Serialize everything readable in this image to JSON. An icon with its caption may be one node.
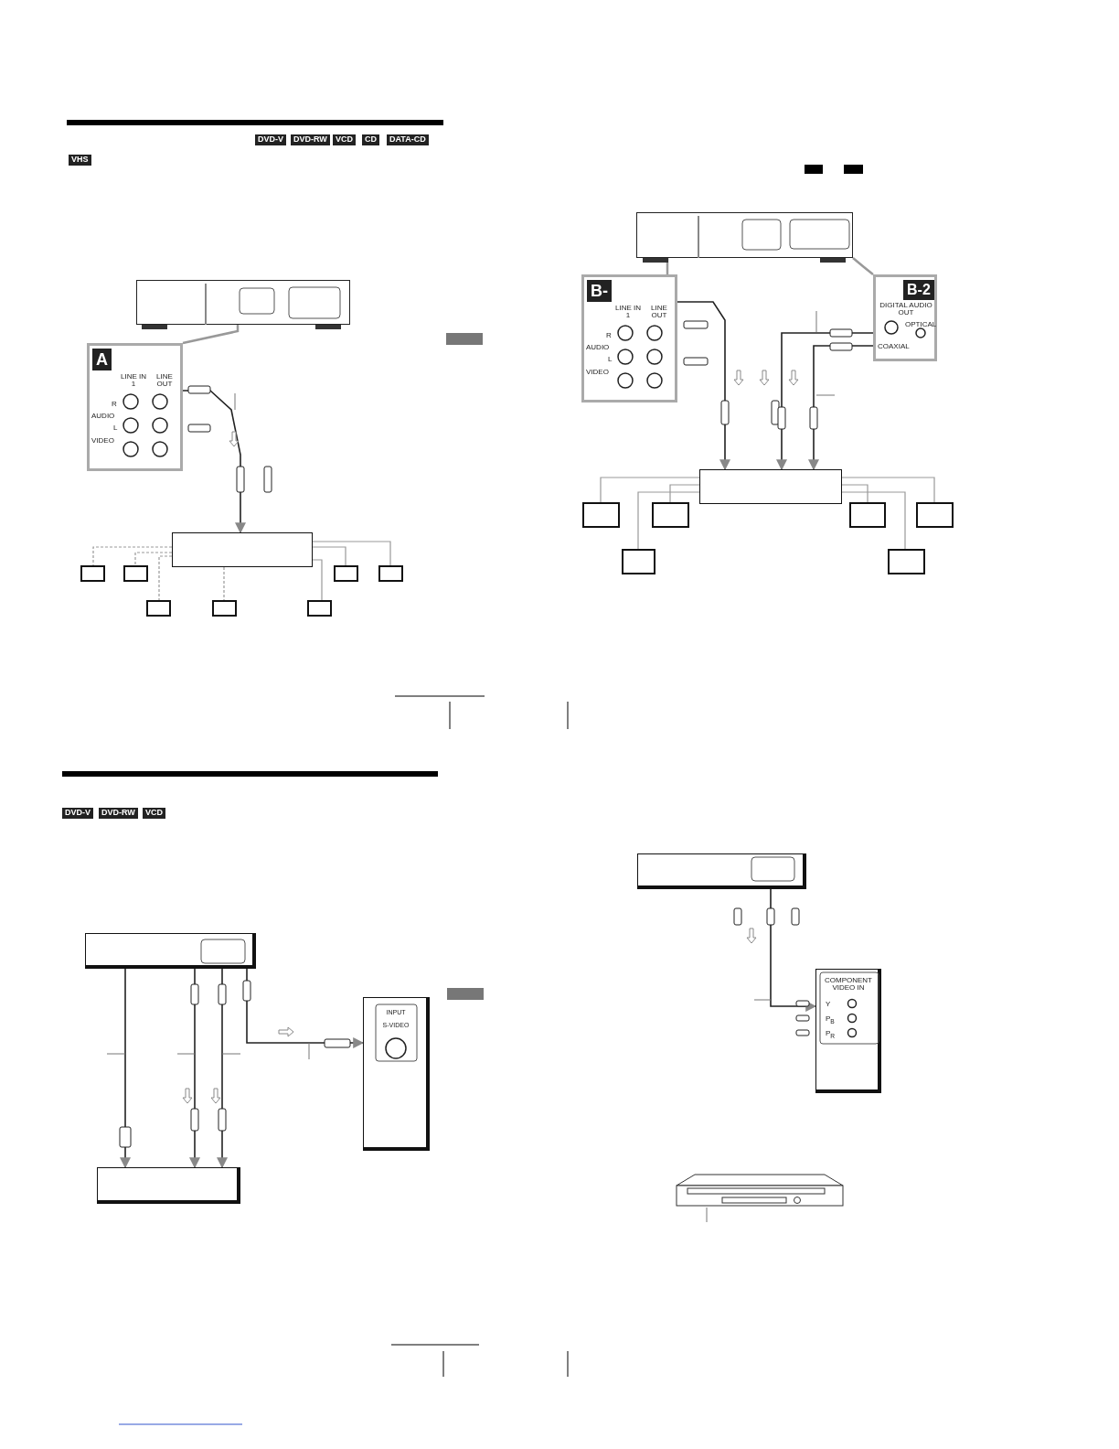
{
  "diagram": {
    "nodes": [
      {
        "text": [],
        "shape": "box"
      },
      {
        "text": [
          "A",
          "LINE IN 1",
          "LINE OUT",
          "R",
          "AUDIO",
          "L",
          "VIDEO"
        ]
      },
      {
        "text": [],
        "shape": "box"
      },
      {
        "text": [],
        "shape": "box"
      },
      {
        "text": [],
        "shape": "box"
      },
      {
        "text": [],
        "shape": "box"
      },
      {
        "text": [],
        "shape": "box"
      },
      {
        "text": [],
        "shape": "box"
      },
      {
        "text": [],
        "shape": "box"
      },
      {
        "text": [],
        "shape": "box"
      },
      {
        "text": [],
        "shape": "box"
      },
      {
        "text": [
          "B-",
          "LINE IN 1",
          "LINE OUT",
          "R",
          "AUDIO",
          "L",
          "VIDEO"
        ]
      },
      {
        "text": [
          "B-2",
          "DIGITAL AUDIO OUT",
          "COAXIAL",
          "OPTICAL"
        ]
      },
      {
        "text": [],
        "shape": "box"
      },
      {
        "text": [],
        "shape": "box"
      },
      {
        "text": [],
        "shape": "box"
      },
      {
        "text": [],
        "shape": "box"
      },
      {
        "text": [],
        "shape": "box"
      },
      {
        "text": [],
        "shape": "box"
      },
      {
        "text": [],
        "shape": "box"
      },
      {
        "text": [],
        "shape": "box"
      },
      {
        "text": [
          "INPUT",
          "S-VIDEO"
        ]
      },
      {
        "text": [],
        "shape": "box"
      },
      {
        "text": [],
        "shape": "box"
      },
      {
        "text": [
          "COMPONENT VIDEO IN",
          "Y",
          "P$_{B}$",
          "P$_{R}$"
        ]
      }
    ],
    "edges": [
      {
        "from": 0,
        "to": 1,
        "arrow": "none"
      },
      {
        "from": 1,
        "to": 2,
        "arrow": "to",
        "color": "#222222"
      },
      {
        "from": 2,
        "to": 3,
        "arrow": "none",
        "style": "dashed"
      },
      {
        "from": 2,
        "to": 4,
        "arrow": "none",
        "style": "dashed"
      },
      {
        "from": 2,
        "to": 5,
        "arrow": "none"
      },
      {
        "from": 2,
        "to": 6,
        "arrow": "none"
      },
      {
        "from": 2,
        "to": 7,
        "arrow": "none",
        "style": "dashed"
      },
      {
        "from": 2,
        "to": 8,
        "arrow": "none",
        "style": "dashed"
      },
      {
        "from": 2,
        "to": 9,
        "arrow": "none"
      },
      {
        "from": 10,
        "to": 11,
        "arrow": "none"
      },
      {
        "from": 10,
        "to": 12,
        "arrow": "none"
      },
      {
        "from": 11,
        "to": 13,
        "arrow": "to",
        "color": "#222222"
      },
      {
        "from": 12,
        "to": 13,
        "arrow": "to",
        "color": "#222222"
      },
      {
        "from": 12,
        "to": 13,
        "arrow": "to",
        "color": "#222222"
      },
      {
        "from": 13,
        "to": 14,
        "arrow": "none"
      },
      {
        "from": 13,
        "to": 15,
        "arrow": "none"
      },
      {
        "from": 13,
        "to": 16,
        "arrow": "none"
      },
      {
        "from": 13,
        "to": 17,
        "arrow": "none"
      },
      {
        "from": 13,
        "to": 18,
        "arrow": "none"
      },
      {
        "from": 13,
        "to": 19,
        "arrow": "none"
      },
      {
        "from": 20,
        "to": 22,
        "arrow": "to",
        "color": "#222222"
      },
      {
        "from": 20,
        "to": 22,
        "arrow": "to",
        "color": "#222222"
      },
      {
        "from": 20,
        "to": 22,
        "arrow": "to",
        "color": "#222222"
      },
      {
        "from": 20,
        "to": 21,
        "arrow": "to",
        "color": "#222222"
      },
      {
        "from": 23,
        "to": 24,
        "arrow": "to",
        "color": "#222222"
      }
    ],
    "labels": [
      "DVD-V",
      "DVD-RW",
      "VCD",
      "CD",
      "DATA-CD",
      "VHS",
      "DVD-V",
      "DVD-RW",
      "VCD"
    ]
  }
}
